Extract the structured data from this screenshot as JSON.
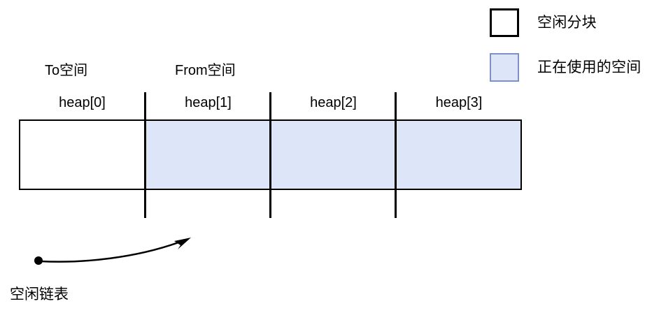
{
  "legend": {
    "items": [
      {
        "key": "free",
        "label": "空闲分块",
        "swatch_fill": "#ffffff",
        "swatch_border": "#000000"
      },
      {
        "key": "used",
        "label": "正在使用的空间",
        "swatch_fill": "#dce6f8",
        "swatch_border": "#7d91c4"
      }
    ]
  },
  "sections": {
    "to_space": "To空间",
    "from_space": "From空间"
  },
  "heap": {
    "cells": [
      {
        "label": "heap[0]",
        "state": "free",
        "fill": "#ffffff"
      },
      {
        "label": "heap[1]",
        "state": "used",
        "fill": "#dce6f8"
      },
      {
        "label": "heap[2]",
        "state": "used",
        "fill": "#dce6f8"
      },
      {
        "label": "heap[3]",
        "state": "used",
        "fill": "#dce6f8"
      }
    ]
  },
  "free_list": {
    "caption": "空闲链表",
    "arrow_color": "#000000"
  }
}
